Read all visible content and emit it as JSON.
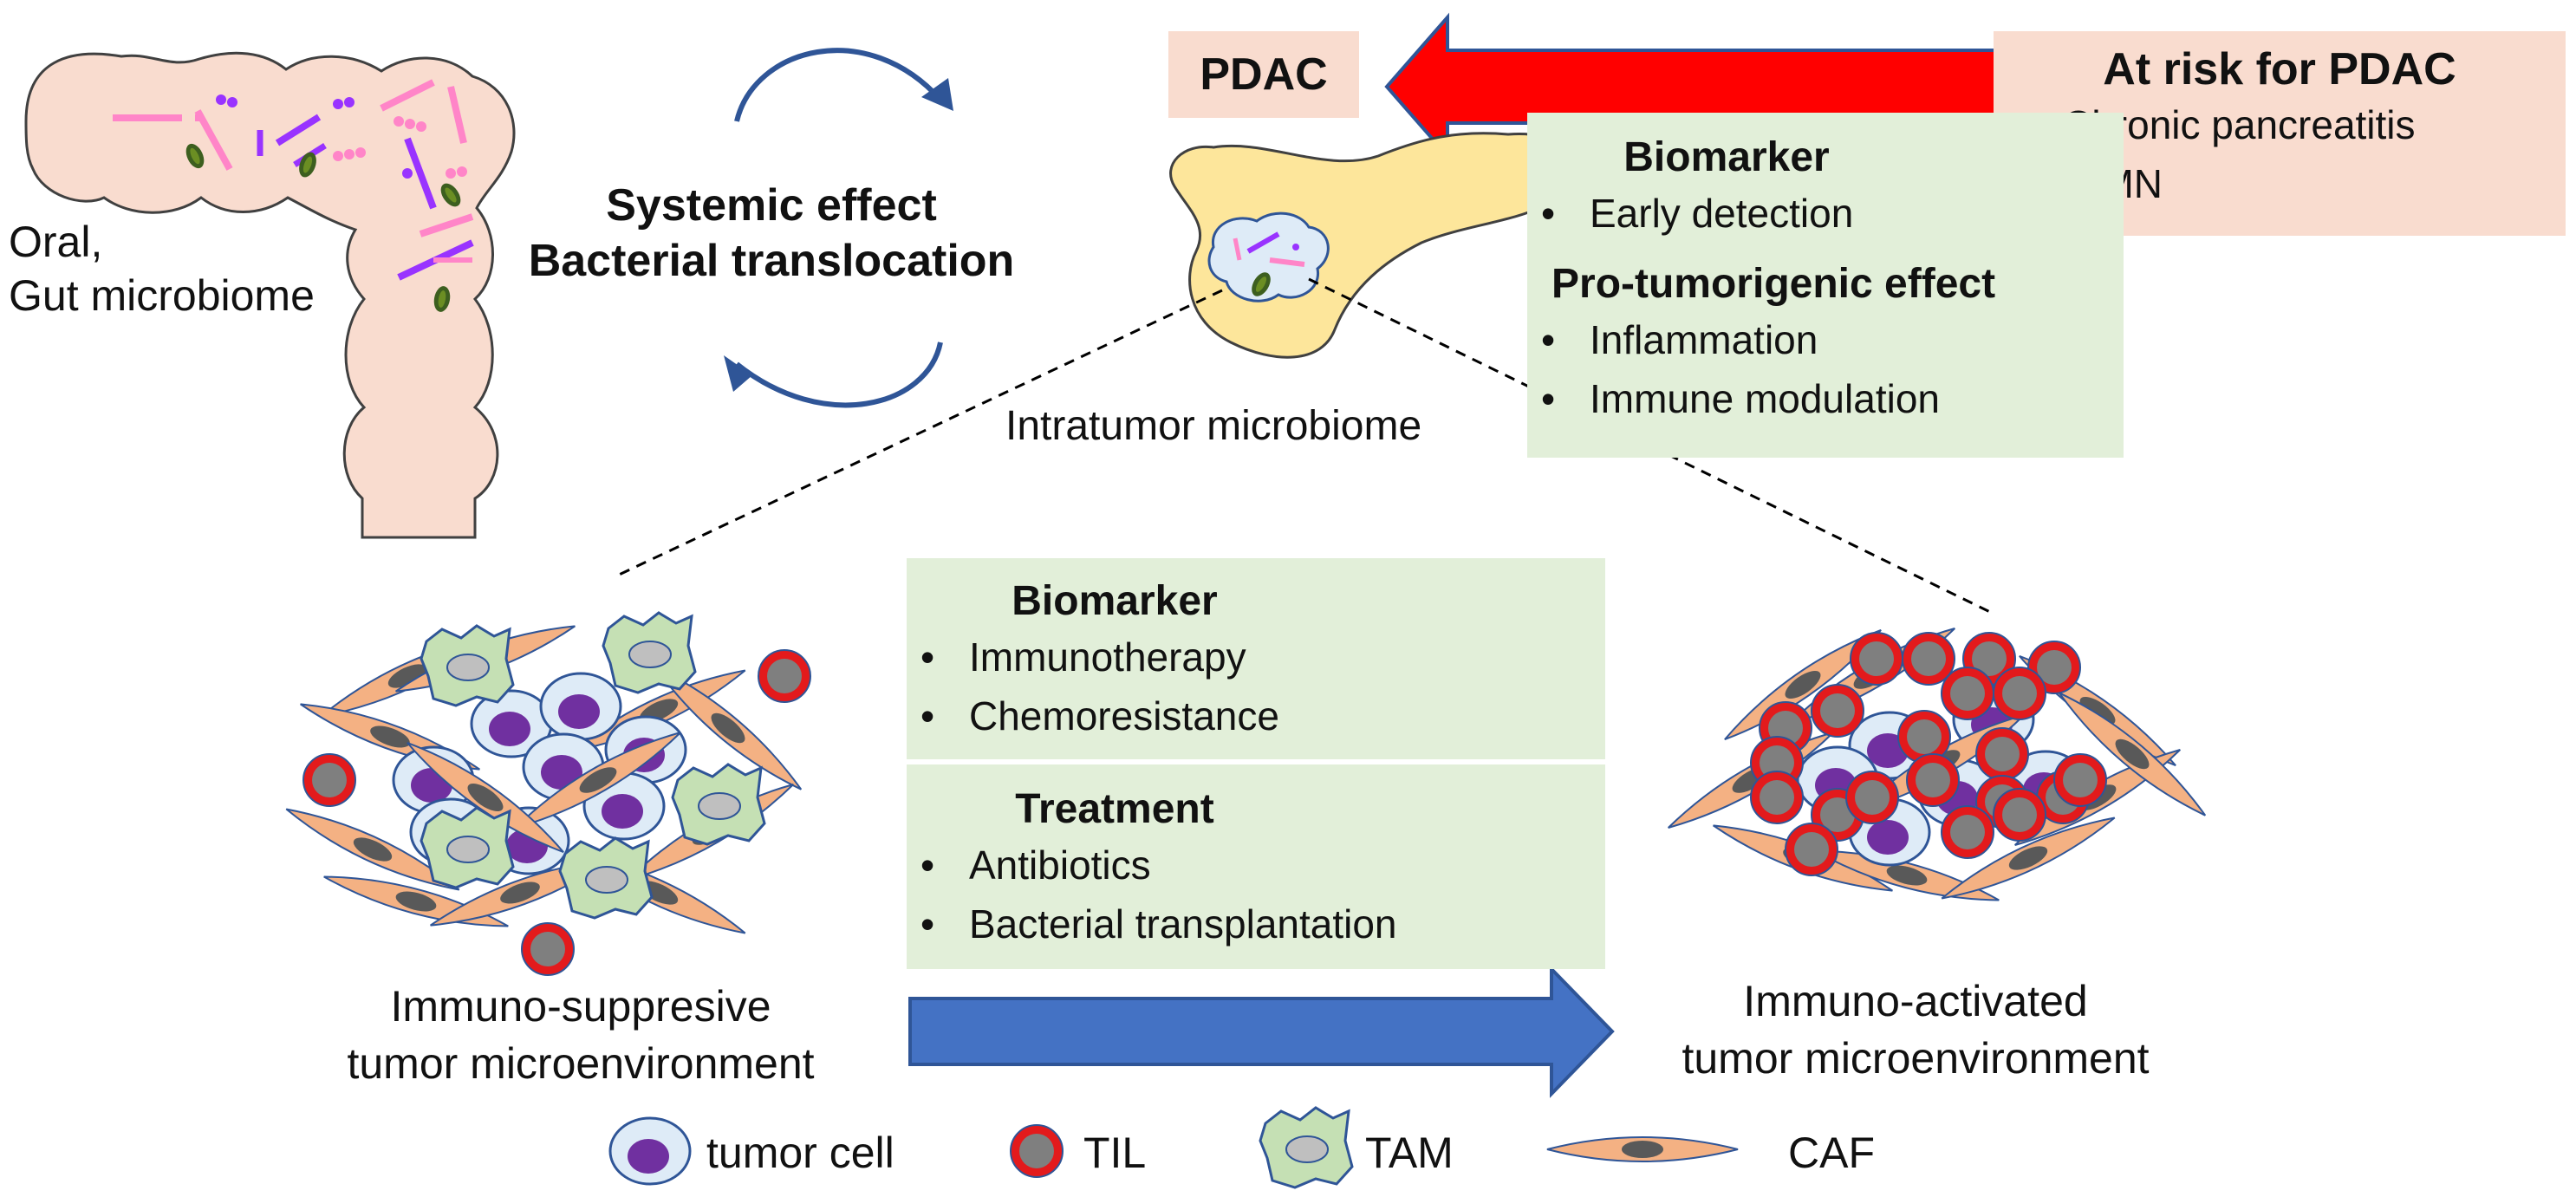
{
  "labels": {
    "oral_gut": [
      "Oral,",
      "Gut microbiome"
    ],
    "systemic_effect": [
      "Systemic effect",
      "Bacterial translocation"
    ],
    "intratumor": "Intratumor microbiome",
    "pdac": "PDAC",
    "suppressive_tme": [
      "Immuno-suppresive",
      "tumor microenvironment"
    ],
    "activated_tme": [
      "Immuno-activated",
      "tumor microenvironment"
    ]
  },
  "at_risk": {
    "heading": "At risk for PDAC",
    "items": [
      "Chronic pancreatitis",
      "IPMN"
    ]
  },
  "pancreas_box": {
    "biomarker_heading": "Biomarker",
    "biomarker_items": [
      "Early detection"
    ],
    "effect_heading": "Pro-tumorigenic effect",
    "effect_items": [
      "Inflammation",
      "Immune modulation"
    ]
  },
  "center_box": {
    "biomarker_heading": "Biomarker",
    "biomarker_items": [
      "Immunotherapy",
      "Chemoresistance"
    ],
    "treatment_heading": "Treatment",
    "treatment_items": [
      "Antibiotics",
      "Bacterial transplantation"
    ]
  },
  "legend": [
    {
      "icon": "tumor-cell-icon",
      "label": "tumor cell"
    },
    {
      "icon": "til-icon",
      "label": "TIL"
    },
    {
      "icon": "tam-icon",
      "label": "TAM"
    },
    {
      "icon": "caf-icon",
      "label": "CAF"
    }
  ],
  "colors": {
    "gut_fill": "#f9dccf",
    "pancreas_fill": "#fde69b",
    "green_box": "#e2efd9",
    "pink_box": "#f9dccf",
    "red_arrow": "#ff0000",
    "blue_arrow": "#4472c4",
    "tumor_cell_fill": "#deebf7",
    "tumor_nucleus": "#7030a0",
    "til_ring": "#e31a1c",
    "til_core": "#7f7f7f",
    "tam_fill": "#c5e0b4",
    "caf_fill": "#f4b183",
    "bacteria_pink": "#ff85c8",
    "bacteria_purple": "#9933ff",
    "bacteria_green": "#3d5f1f"
  }
}
